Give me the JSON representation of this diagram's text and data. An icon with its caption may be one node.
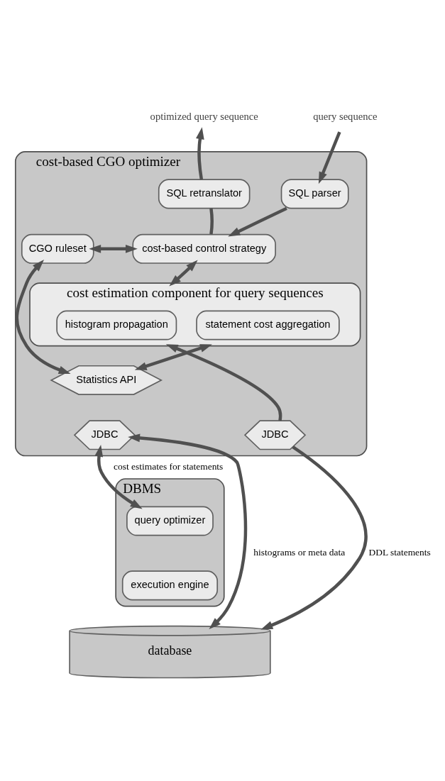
{
  "diagram": {
    "nodes": [
      {
        "text": [
          "cost-based CGO optimizer"
        ]
      },
      {
        "text": [
          "SQL parser"
        ],
        "in": 0
      },
      {
        "text": [
          "SQL retranslator"
        ],
        "in": 0
      },
      {
        "text": [
          "CGO ruleset"
        ],
        "in": 0
      },
      {
        "text": [
          "cost-based control strategy"
        ],
        "in": 0
      },
      {
        "text": [
          "cost estimation component for query sequences"
        ],
        "in": 0
      },
      {
        "text": [
          "histogram propagation"
        ],
        "in": 5
      },
      {
        "text": [
          "statement cost aggregation"
        ],
        "in": 5
      },
      {
        "text": [
          "Statistics API"
        ],
        "in": 0
      },
      {
        "text": [
          "JDBC"
        ],
        "in": 0
      },
      {
        "text": [
          "JDBC"
        ],
        "in": 0
      },
      {
        "text": [
          "DBMS"
        ]
      },
      {
        "text": [
          "query optimizer"
        ],
        "in": 11
      },
      {
        "text": [
          "execution engine"
        ],
        "in": 11
      },
      {
        "text": [
          "database"
        ]
      },
      {
        "text": [
          "query sequence"
        ]
      },
      {
        "text": [
          "optimized query sequence"
        ]
      }
    ],
    "edges": [
      {
        "from": 15,
        "to": 1,
        "arrow": "to"
      },
      {
        "from": 1,
        "to": 4,
        "arrow": "to"
      },
      {
        "from": 4,
        "to": 2,
        "arrow": "none"
      },
      {
        "from": 2,
        "to": 16,
        "arrow": "to"
      },
      {
        "from": 3,
        "to": 4,
        "arrow": "both"
      },
      {
        "from": 4,
        "to": 5,
        "arrow": "both"
      },
      {
        "from": 3,
        "to": 8,
        "arrow": "both"
      },
      {
        "from": 5,
        "to": 8,
        "arrow": "both"
      },
      {
        "from": 9,
        "to": 14,
        "arrow": "both",
        "label": "histograms or meta data"
      },
      {
        "from": 9,
        "to": 12,
        "arrow": "both",
        "label": "cost estimates for statements"
      },
      {
        "from": 10,
        "to": 5,
        "arrow": "to"
      },
      {
        "from": 10,
        "to": 14,
        "arrow": "to",
        "label": "DDL statements"
      }
    ]
  }
}
